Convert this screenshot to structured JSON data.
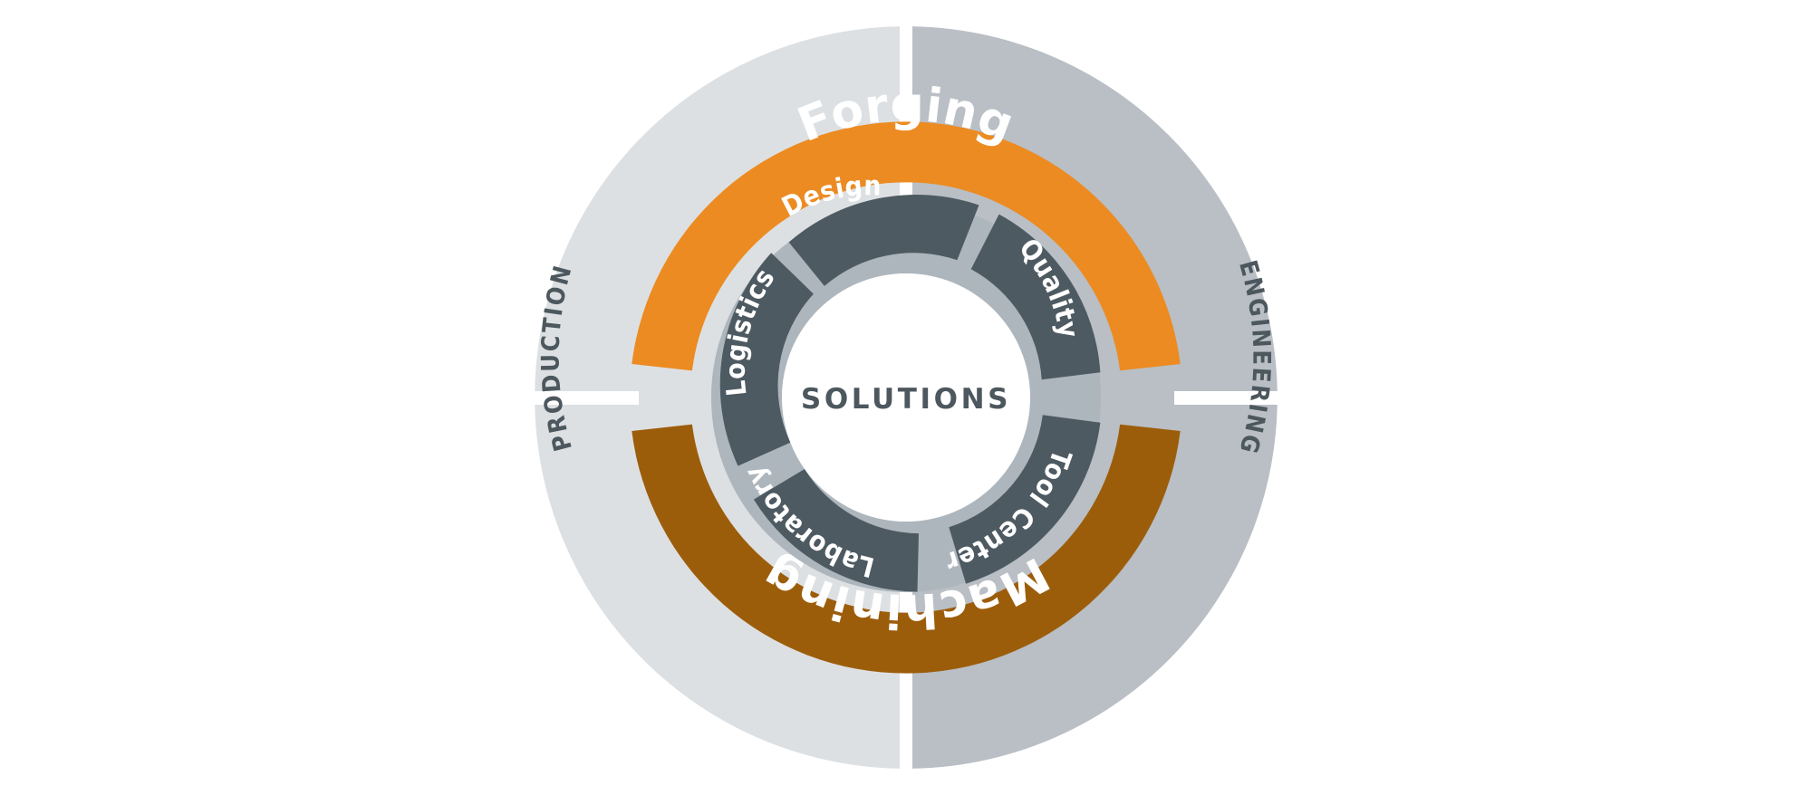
{
  "diagram": {
    "title": "SOLUTIONS",
    "center_label": "SOLUTIONS",
    "outer_ring": {
      "left_label": "PRODUCTION",
      "right_label": "ENGINEERING",
      "left_color": "#dde0e2",
      "right_color": "#b9bfc5"
    },
    "mid_ring": {
      "top_label": "Forging",
      "bottom_label": "Machining",
      "top_color": "#ec8b22",
      "bottom_color": "#9c5d0b"
    },
    "inner_ring": {
      "base_color": "#aeb6bd",
      "segment_color": "#4e5a62",
      "segments": [
        {
          "label": "Design"
        },
        {
          "label": "Quality"
        },
        {
          "label": "Tool Center"
        },
        {
          "label": "Laboratory"
        },
        {
          "label": "Logistics"
        }
      ]
    },
    "colors": {
      "background": "#ffffff",
      "text_dark": "#4c575e",
      "text_light": "#ffffff",
      "orange": "#ec8b22",
      "brown": "#9c5d0b",
      "slate": "#4e5a62",
      "gray_light": "#dde0e2",
      "gray_mid": "#b9bfc5",
      "gray_inner": "#aeb6bd"
    }
  }
}
